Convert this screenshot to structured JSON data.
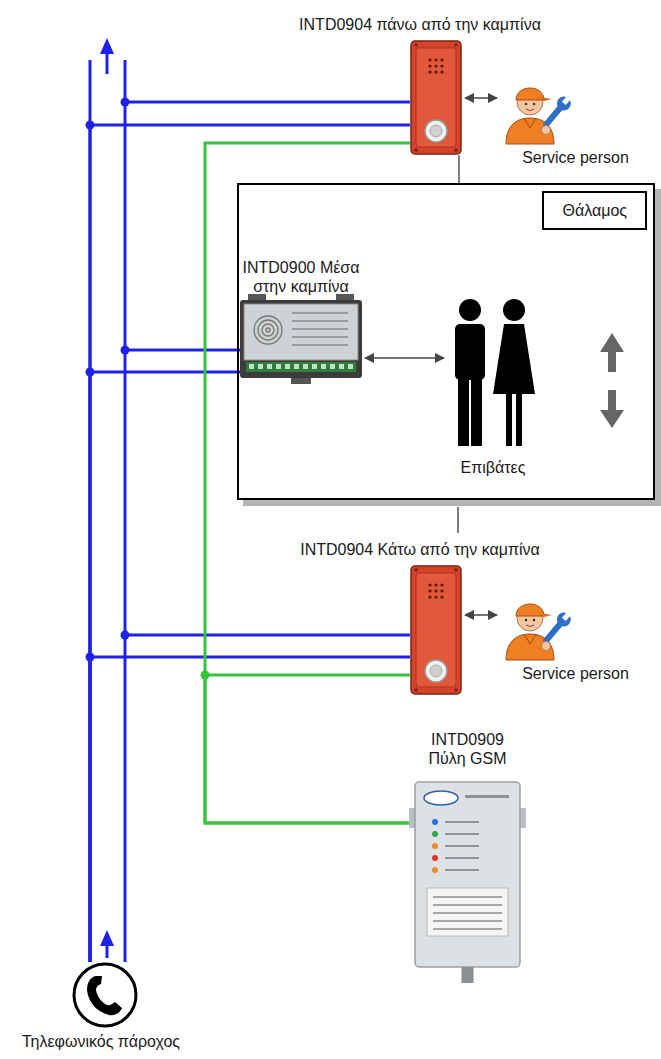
{
  "diagram": {
    "nodes": [
      {
        "text": [
          "INTD0904 πάνω από την καμπίνα"
        ]
      },
      {
        "text": [
          "Service person"
        ]
      },
      {
        "text": [
          "Θάλαμος"
        ]
      },
      {
        "text": [
          "INTD0900 Μέσα στην καμπίνα"
        ],
        "in": 2
      },
      {
        "text": [
          "Επιβάτες"
        ],
        "in": 2
      },
      {
        "text": [
          "INTD0904 Κάτω από την καμπίνα"
        ]
      },
      {
        "text": [
          "Service person"
        ]
      },
      {
        "text": [
          "INTD0909 Πύλη GSM"
        ]
      },
      {
        "text": [
          "Τηλεφωνικός πάροχος"
        ]
      }
    ],
    "edges": [
      {
        "from": 0,
        "to": 1,
        "arrow": "both"
      },
      {
        "from": 3,
        "to": 4,
        "arrow": "both"
      },
      {
        "from": 5,
        "to": 6,
        "arrow": "both"
      },
      {
        "from": 8,
        "to": 0,
        "arrow": "none"
      },
      {
        "from": 8,
        "to": 3,
        "arrow": "none"
      },
      {
        "from": 8,
        "to": 5,
        "arrow": "none"
      },
      {
        "from": 0,
        "to": 7,
        "arrow": "none"
      },
      {
        "from": 5,
        "to": 7,
        "arrow": "none"
      },
      {
        "from": 0,
        "to": 2,
        "arrow": "none"
      }
    ]
  }
}
